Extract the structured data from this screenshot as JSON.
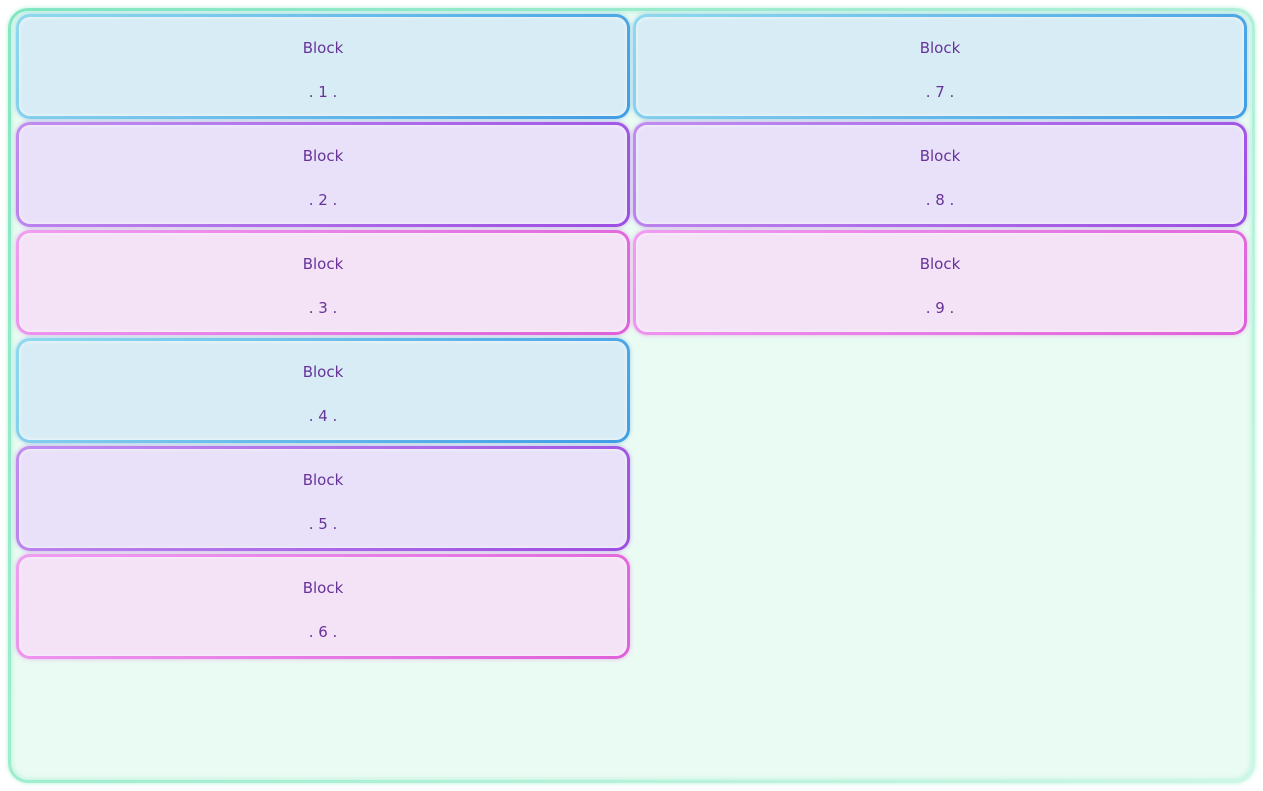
{
  "text_color": "#663399",
  "container": {
    "background": "#eafbf3",
    "border_from": "#82e7c1",
    "border_to": "#cdf6e6",
    "glow": "rgba(130,231,193,0.6)"
  },
  "variants": {
    "blue": {
      "background": "#d8ecf5",
      "border_from": "#8fd9ef",
      "border_to": "#419ee5",
      "glow": "rgba(65,158,229,0.45)"
    },
    "purple": {
      "background": "#e8e1f9",
      "border_from": "#c18df0",
      "border_to": "#9c4ee2",
      "glow": "rgba(156,78,226,0.45)"
    },
    "pink": {
      "background": "#f4e2f7",
      "border_from": "#f09df2",
      "border_to": "#df61da",
      "glow": "rgba(223,97,218,0.45)"
    }
  },
  "blocks": [
    {
      "label": "Block",
      "value": ". 1 .",
      "variant": "blue",
      "column": "left"
    },
    {
      "label": "Block",
      "value": ". 2 .",
      "variant": "purple",
      "column": "left"
    },
    {
      "label": "Block",
      "value": ". 3 .",
      "variant": "pink",
      "column": "left"
    },
    {
      "label": "Block",
      "value": ". 4 .",
      "variant": "blue",
      "column": "left"
    },
    {
      "label": "Block",
      "value": ". 5 .",
      "variant": "purple",
      "column": "left"
    },
    {
      "label": "Block",
      "value": ". 6 .",
      "variant": "pink",
      "column": "left"
    },
    {
      "label": "Block",
      "value": ". 7 .",
      "variant": "blue",
      "column": "right"
    },
    {
      "label": "Block",
      "value": ". 8 .",
      "variant": "purple",
      "column": "right"
    },
    {
      "label": "Block",
      "value": ". 9 .",
      "variant": "pink",
      "column": "right"
    }
  ]
}
